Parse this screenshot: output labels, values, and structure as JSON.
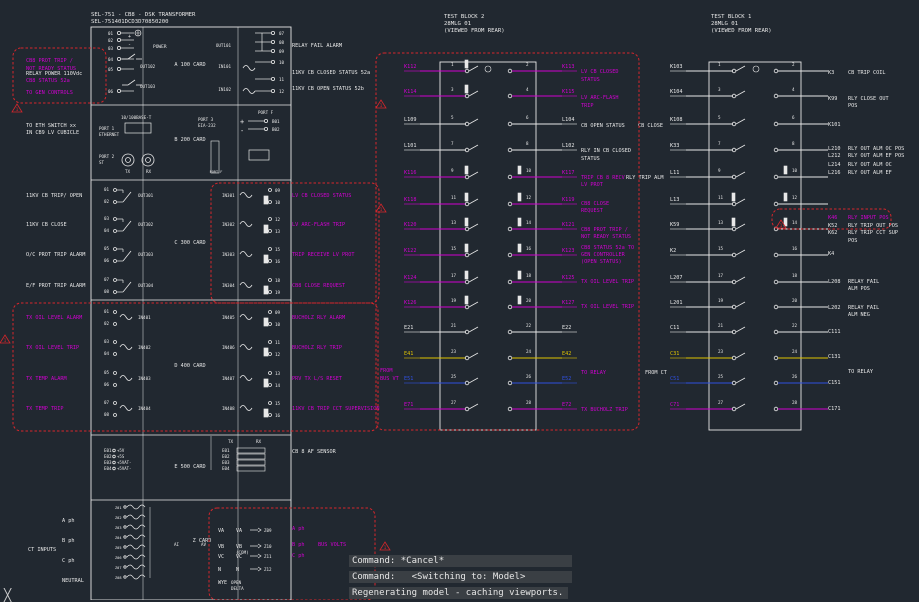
{
  "header": {
    "device": "SEL-751 - CB8 - DSK TRANSFORMER",
    "part": "SEL-751401DCD3D70850200"
  },
  "cards": {
    "a": "A 100 CARD",
    "b": "B 200 CARD",
    "c": "C 300 CARD",
    "d": "D 400 CARD",
    "e": "E 500 CARD",
    "z": "Z CARD"
  },
  "a_card": {
    "left_labels": [
      "RELAY POWER 110Vdc"
    ],
    "left_magenta": [
      "CB8 PROT TRIP /",
      "NOT READY STATUS",
      "CB8 STATUS 52a",
      "TO GEN CONTROLS"
    ],
    "pins_left": [
      "01",
      "02",
      "03",
      "04",
      "05",
      "06"
    ],
    "pins_right": [
      "07",
      "08",
      "09",
      "10",
      "11",
      "12"
    ],
    "power": "POWER",
    "outs": [
      "OUT101",
      "OUT102",
      "OUT103",
      "IN101",
      "IN102"
    ],
    "right_labels": [
      "RELAY FAIL ALARM",
      "11KV CB CLOSED STATUS 52a",
      "11KV CB OPEN STATUS 52b"
    ]
  },
  "b_card": {
    "left": [
      "TO ETH SWITCH xx",
      "IN CB9 LV CUBICLE"
    ],
    "eth": "10/100BASE-T",
    "eth2": "ETHERNET",
    "port1": "PORT 1",
    "port3": "PORT 3",
    "port3b": "EIA-232",
    "portf": "PORT F",
    "port2": "PORT 2",
    "st": "ST",
    "tx": "TX",
    "rx": "RX",
    "irig": "IRIG-B",
    "b_pins": [
      "B01",
      "B02"
    ]
  },
  "c_card": {
    "left": [
      "11KV CB TRIP/ OPEN",
      "11KV CB CLOSE",
      "O/C PROT TRIP ALARM",
      "E/F PROT TRIP ALARM"
    ],
    "outs": [
      "OUT301",
      "OUT302",
      "OUT303",
      "OUT304"
    ],
    "ins": [
      "IN301",
      "IN302",
      "IN303",
      "IN304"
    ],
    "right": [
      "LV CB CLOSED STATUS",
      "LV ARC-FLASH TRIP",
      "TRIP RECEIVE LV PROT",
      "CB8 CLOSE REQUEST"
    ]
  },
  "d_card": {
    "left": [
      "TX OIL LEVEL ALARM",
      "TX OIL LEVEL TRIP",
      "TX TEMP ALARM",
      "TX TEMP TRIP"
    ],
    "ins_l": [
      "IN401",
      "IN402",
      "IN403",
      "IN404"
    ],
    "ins_r": [
      "IN405",
      "IN406",
      "IN407",
      "IN408"
    ],
    "right": [
      "BUCHOLZ RLY ALARM",
      "BUCHOLZ RLY TRIP",
      "PRV TX L/S RESET",
      "11KV CB TRIP CCT SUPERVISION"
    ]
  },
  "e_card": {
    "pins": [
      "E01",
      "E02",
      "E03",
      "E04"
    ],
    "sig": [
      "+5V",
      "+5S",
      "+5VAT-",
      "+5VAT-"
    ],
    "tx": "TX",
    "rx": "RX",
    "right": "CB 8 AF SENSOR"
  },
  "z_card": {
    "left": [
      "A ph",
      "B ph",
      "C ph",
      "NEUTRAL"
    ],
    "ct": "CT INPUTS",
    "ai": "AI",
    "ai2": "AV",
    "v": [
      "VA",
      "VB",
      "VC",
      "N",
      "WYE"
    ],
    "com": "(COM)",
    "open": "OPEN",
    "delta": "DELTA",
    "zpins": [
      "Z09",
      "Z10",
      "Z11",
      "Z12"
    ],
    "ph": [
      "A ph",
      "B ph",
      "C ph"
    ],
    "busvolts": "BUS VOLTS"
  },
  "tb2": {
    "title1": "TEST BLOCK 2",
    "title2": "28MLG 01",
    "title3": "(VIEWED FROM REAR)",
    "left": [
      "K112",
      "K114",
      "L109",
      "L101",
      "K116",
      "K118",
      "K120",
      "K122",
      "K124",
      "K126",
      "E21",
      "E41",
      "E51",
      "E71"
    ],
    "right": [
      "K113",
      "K115",
      "L104",
      "L102",
      "K117",
      "K119",
      "K121",
      "K123",
      "K125",
      "K127",
      "E22",
      "E42",
      "E52",
      "E72"
    ],
    "desc": [
      "LV CB CLOSED",
      "STATUS",
      "LV ARC-FLASH",
      "TRIP",
      "CB OPEN STATUS",
      "RLY IN CB CLOSED",
      "STATUS",
      "TRIP CB 8 RECV",
      "LV PROT",
      "CB8 CLOSE",
      "REQUEST",
      "CB8 PROT TRIP /",
      "NOT READY STATUS",
      "CB8 STATUS 52a TO",
      "GEN CONTROLLER",
      "(OPEN STATUS)",
      "TX OIL LEVEL TRIP",
      "TX OIL LEVEL TRIP",
      "TO RELAY",
      "TX BUCHOLZ TRIP"
    ],
    "cbclose": "CB CLOSE",
    "rlytrip": "RLY TRIP ALM",
    "from": "FROM",
    "busvt": "BUS VT",
    "fromct": "FROM CT",
    "nums_l": [
      "1",
      "3",
      "5",
      "7",
      "9",
      "11",
      "13",
      "15",
      "17",
      "19",
      "21",
      "23",
      "25",
      "27"
    ],
    "nums_r": [
      "2",
      "4",
      "6",
      "8",
      "10",
      "12",
      "14",
      "16",
      "18",
      "20",
      "22",
      "24",
      "26",
      "28"
    ]
  },
  "tb1": {
    "title1": "TEST BLOCK 1",
    "title2": "28MLG 01",
    "title3": "(VIEWED FROM REAR)",
    "left": [
      "K103",
      "K104",
      "K108",
      "K33",
      "L11",
      "L13",
      "K59",
      "K2",
      "L207",
      "L201",
      "C11",
      "C31",
      "C51",
      "C71"
    ],
    "right": [
      "K3",
      "K99",
      "K101",
      "L210",
      "L212",
      "L214",
      "L216",
      "K46",
      "K52",
      "K62",
      "K4",
      "L208",
      "L202",
      "C111",
      "C131",
      "C151",
      "C171"
    ],
    "desc": [
      "CB TRIP COIL",
      "RLY CLOSE OUT",
      "POS",
      "RLY OUT ALM OC POS",
      "RLY OUT ALM EF POS",
      "RLY OUT ALM OC",
      "RLY OUT ALM EF",
      "RLY INPUT POS",
      "RLY TRIP OUT POS",
      "RLY TRIP CCT SUP",
      "POS",
      "RELAY FAIL",
      "ALM POS",
      "RELAY FAIL",
      "ALM NEG",
      "TO RELAY"
    ]
  },
  "command": {
    "line1": "Command: *Cancel*",
    "line2": "Command:   <Switching to: Model>",
    "line3": "Regenerating model - caching viewports."
  },
  "colors": {
    "bg": "#212830",
    "white": "#e8e8e8",
    "magenta": "#d100d1",
    "red": "#d7262b",
    "yellow": "#e0c400",
    "blue": "#2f4fe0",
    "pink": "#ff7fd4"
  }
}
